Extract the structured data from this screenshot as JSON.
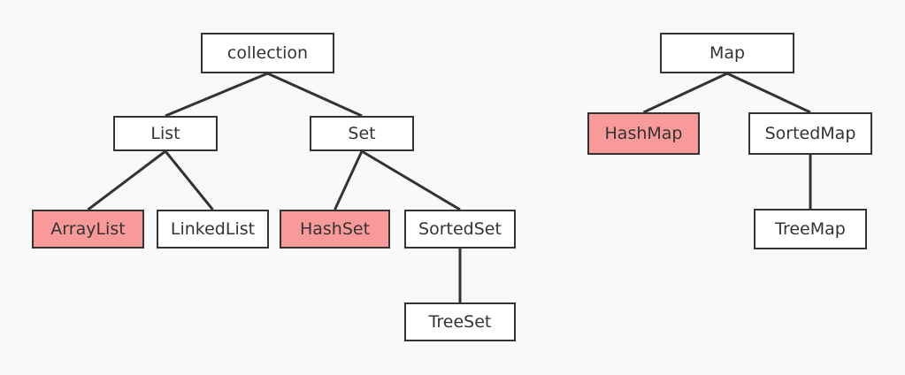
{
  "colors": {
    "background": "#f9f9f9",
    "node_fill": "#ffffff",
    "node_highlight": "#f99a9a",
    "stroke": "#333333"
  },
  "nodes": {
    "collection": {
      "label": "collection",
      "highlighted": false
    },
    "list": {
      "label": "List",
      "highlighted": false
    },
    "set": {
      "label": "Set",
      "highlighted": false
    },
    "arraylist": {
      "label": "ArrayList",
      "highlighted": true
    },
    "linkedlist": {
      "label": "LinkedList",
      "highlighted": false
    },
    "hashset": {
      "label": "HashSet",
      "highlighted": true
    },
    "sortedset": {
      "label": "SortedSet",
      "highlighted": false
    },
    "treeset": {
      "label": "TreeSet",
      "highlighted": false
    },
    "map": {
      "label": "Map",
      "highlighted": false
    },
    "hashmap": {
      "label": "HashMap",
      "highlighted": true
    },
    "sortedmap": {
      "label": "SortedMap",
      "highlighted": false
    },
    "treemap": {
      "label": "TreeMap",
      "highlighted": false
    }
  },
  "edges": [
    [
      "collection",
      "list"
    ],
    [
      "collection",
      "set"
    ],
    [
      "list",
      "arraylist"
    ],
    [
      "list",
      "linkedlist"
    ],
    [
      "set",
      "hashset"
    ],
    [
      "set",
      "sortedset"
    ],
    [
      "sortedset",
      "treeset"
    ],
    [
      "map",
      "hashmap"
    ],
    [
      "map",
      "sortedmap"
    ],
    [
      "sortedmap",
      "treemap"
    ]
  ]
}
